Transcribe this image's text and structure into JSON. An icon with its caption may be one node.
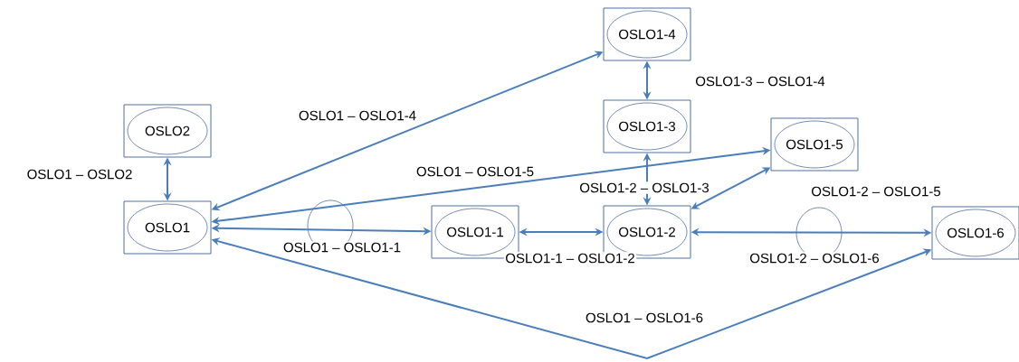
{
  "diagram": {
    "nodes": [
      {
        "text": [
          "OSLO1-4"
        ]
      },
      {
        "text": [
          "OSLO2"
        ]
      },
      {
        "text": [
          "OSLO1-3"
        ]
      },
      {
        "text": [
          "OSLO1-5"
        ]
      },
      {
        "text": [
          "OSLO1"
        ]
      },
      {
        "text": [
          "OSLO1-1"
        ]
      },
      {
        "text": [
          "OSLO1-2"
        ]
      },
      {
        "text": [
          "OSLO1-6"
        ]
      }
    ],
    "edges": [
      {
        "from": 4,
        "to": 1,
        "arrow": "both",
        "label": "OSLO1 – OSLO2"
      },
      {
        "from": 4,
        "to": 0,
        "arrow": "both",
        "label": "OSLO1 – OSLO1-4"
      },
      {
        "from": 4,
        "to": 3,
        "arrow": "both",
        "label": "OSLO1 – OSLO1-5"
      },
      {
        "from": 4,
        "to": 5,
        "arrow": "both",
        "label": "OSLO1 – OSLO1-1"
      },
      {
        "from": 4,
        "to": 7,
        "arrow": "both",
        "label": "OSLO1 – OSLO1-6"
      },
      {
        "from": 2,
        "to": 0,
        "arrow": "both",
        "label": "OSLO1-3 – OSLO1-4"
      },
      {
        "from": 6,
        "to": 2,
        "arrow": "both",
        "label": "OSLO1-2 – OSLO1-3"
      },
      {
        "from": 6,
        "to": 3,
        "arrow": "both",
        "label": "OSLO1-2 – OSLO1-5"
      },
      {
        "from": 5,
        "to": 6,
        "arrow": "both",
        "label": "OSLO1-1 – OSLO1-2"
      },
      {
        "from": 6,
        "to": 7,
        "arrow": "both",
        "label": "OSLO1-2 – OSLO1-6"
      }
    ]
  }
}
